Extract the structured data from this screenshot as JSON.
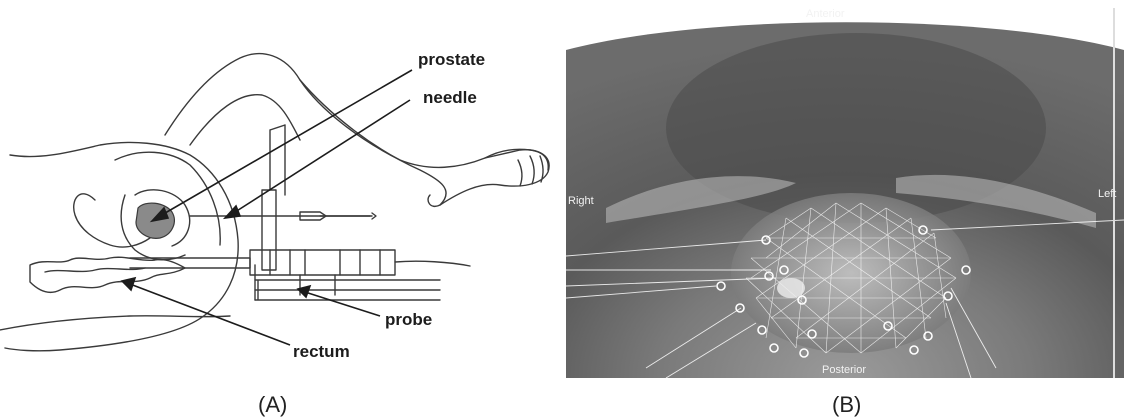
{
  "panel_a": {
    "labels": {
      "prostate": "prostate",
      "needle": "needle",
      "probe": "probe",
      "rectum": "rectum"
    },
    "caption": "(A)"
  },
  "panel_b": {
    "orientation": {
      "anterior": "Anterior",
      "posterior": "Posterior",
      "right": "Right",
      "left": "Left"
    },
    "caption": "(B)"
  },
  "colors": {
    "line_art": "#3a3a3a",
    "prostate_fill": "#8a8a8a",
    "ultrasound_bg": "#5e5e5e",
    "grid_lines": "#ffffff"
  }
}
